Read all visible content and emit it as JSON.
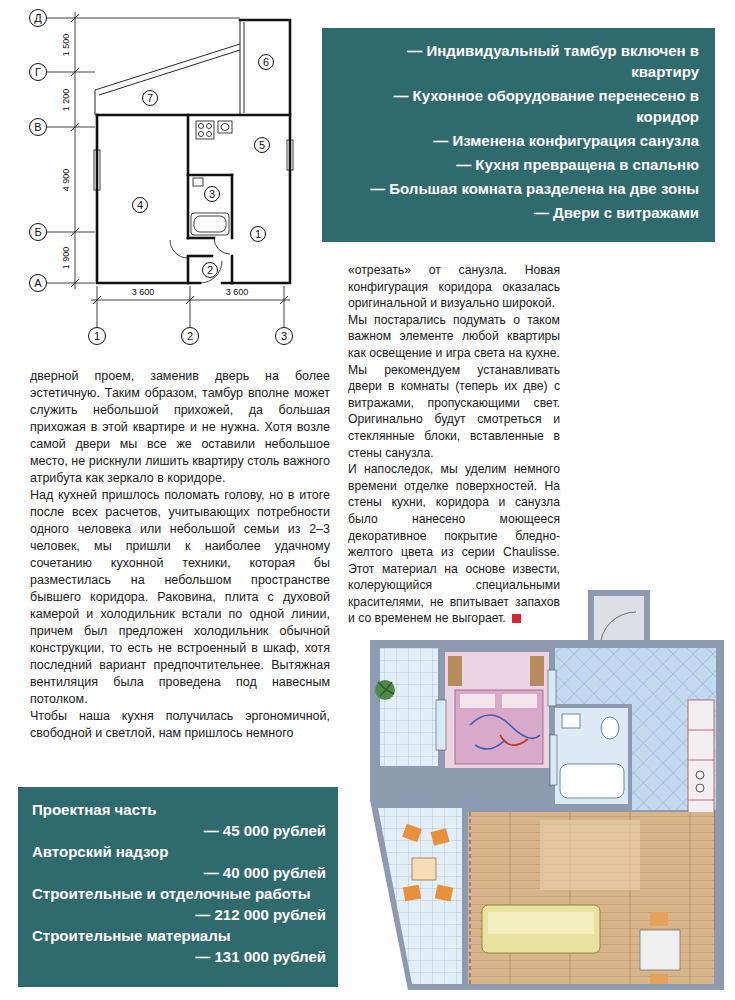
{
  "diagram": {
    "nodes": [
      {
        "text": [
          "Д"
        ]
      },
      {
        "text": [
          "Г"
        ]
      },
      {
        "text": [
          "В"
        ]
      },
      {
        "text": [
          "Б"
        ]
      },
      {
        "text": [
          "А"
        ]
      },
      {
        "text": [
          "7"
        ]
      },
      {
        "text": [
          "6"
        ]
      },
      {
        "text": [
          "5"
        ]
      },
      {
        "text": [
          "4"
        ]
      },
      {
        "text": [
          "3"
        ]
      },
      {
        "text": [
          "1"
        ]
      },
      {
        "text": [
          "2"
        ]
      },
      {
        "text": [
          "1"
        ]
      },
      {
        "text": [
          "2"
        ]
      },
      {
        "text": [
          "3"
        ]
      },
      {
        "text": [
          "— Индивидуальный тамбур включен в квартиру",
          "— Кухонное оборудование перенесено в коридор",
          "— Изменена конфигурация санузла",
          "— Кухня превращена в спальню",
          "— Большая комната разделена на две зоны",
          "— Двери с витражами"
        ]
      },
      {
        "text": [
          "Проектная часть",
          "— 45 000 рублей",
          "Авторский надзор",
          "— 40 000 рублей",
          "Строительные и отделочные работы",
          "— 212 000 рублей",
          "Строительные материалы",
          "— 131 000 рублей"
        ]
      }
    ],
    "labels": [
      "1 500",
      "1 200",
      "4 900",
      "1 900",
      "3 600",
      "3 600",
      "дверной проем, заменив дверь на более эстетичную. Таким образом, тамбур вполне может служить небольшой прихожей, да большая прихожая в этой квартире и не нужна. Хотя возле самой двери мы все же оставили небольшое место, не рискнули лишить квартиру столь важного атрибута как зеркало в коридоре.",
      "Над кухней пришлось поломать голову, но в итоге после всех расчетов, учитывающих потребности одного человека или небольшой семьи из 2–3 человек, мы пришли к наиболее удачному сочетанию кухонной техники, которая бы разместилась на небольшом пространстве бывшего коридора. Раковина, плита с духовой камерой и холодильник встали по одной линии, причем был предложен холодильник обычной конструкции, то есть не встроенный в шкаф, хотя последний вариант предпочтительнее. Вытяжная вентиляция была проведена под навесным потолком.",
      "Чтобы наша кухня получилась эргономичной, свободной и светлой, нам пришлось немного",
      "«отрезать» от санузла. Новая конфигурация коридора оказалась оригинальной и визуально широкой.",
      "Мы постарались подумать о таком важном элементе любой квартиры как освещение и игра света на кухне. Мы рекомендуем устанавливать двери в комнаты (теперь их две) с витражами, пропускающими свет. Оригинально будут смотреться и стеклянные блоки, вставленные в стены санузла.",
      "И напоследок, мы уделим немного времени отделке поверхностей. На стены кухни, коридора и санузла было нанесено моющееся декоративное покрытие бледно-желтого цвета из серии Chaulisse. Этот материал на основе извести, колерующийся специальными красителями, не впитывает запахов и со временем не выгорает."
    ]
  }
}
